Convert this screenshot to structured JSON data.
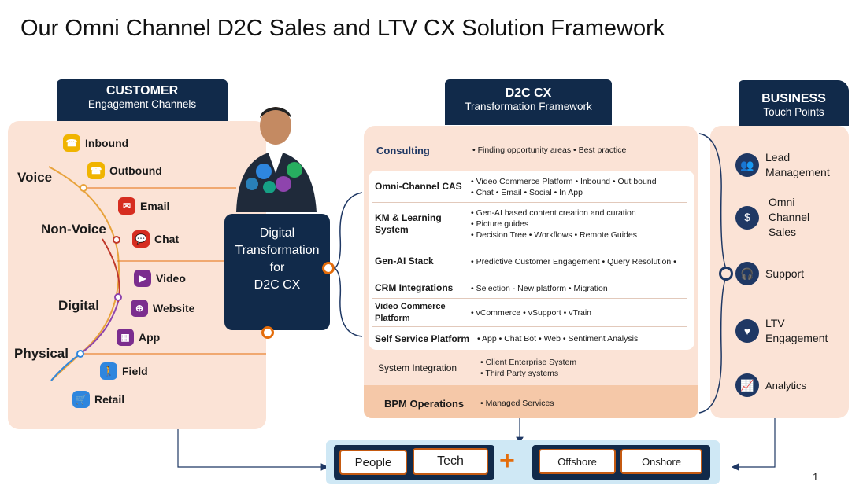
{
  "title": "Our Omni Channel  D2C Sales and LTV CX Solution Framework",
  "customer": {
    "heading": "CUSTOMER",
    "subheading": "Engagement Channels",
    "categories": {
      "voice": "Voice",
      "non_voice": "Non-Voice",
      "digital": "Digital",
      "physical": "Physical"
    },
    "channels": {
      "inbound": "Inbound",
      "outbound": "Outbound",
      "email": "Email",
      "chat": "Chat",
      "video": "Video",
      "website": "Website",
      "app": "App",
      "field": "Field",
      "retail": "Retail"
    }
  },
  "center_box": {
    "line1": "Digital",
    "line2": "Transformation",
    "line3": "for",
    "line4": "D2C CX"
  },
  "d2c": {
    "heading": "D2C  CX",
    "subheading": "Transformation  Framework",
    "rows": [
      {
        "label": "Consulting",
        "text": "• Finding opportunity areas • Best practice"
      },
      {
        "label": "Omni-Channel CAS",
        "text": "• Video Commerce Platform • Inbound • Out bound\n• Chat • Email • Social • In App"
      },
      {
        "label": "KM & Learning System",
        "text": "• Gen-AI based content creation and curation\n• Picture guides\n• Decision Tree • Workflows • Remote Guides"
      },
      {
        "label": "Gen-AI Stack",
        "text": "• Predictive Customer Engagement • Query Resolution •"
      },
      {
        "label": "CRM Integrations",
        "text": "• Selection - New platform  • Migration"
      },
      {
        "label": "Video Commerce Platform",
        "text": "• vCommerce • vSupport • vTrain"
      },
      {
        "label": "Self Service Platform",
        "text": "• App • Chat Bot • Web • Sentiment Analysis"
      },
      {
        "label": "System Integration",
        "text": "• Client Enterprise System\n• Third Party systems"
      },
      {
        "label": "BPM Operations",
        "text": "• Managed Services"
      }
    ]
  },
  "business": {
    "heading": "BUSINESS",
    "subheading": "Touch  Points",
    "items": [
      {
        "label": "Lead\nManagement",
        "icon": "people-icon"
      },
      {
        "label": "Omni\nChannel\nSales",
        "icon": "money-hand-icon"
      },
      {
        "label": "Support",
        "icon": "headset-icon"
      },
      {
        "label": "LTV\nEngagement",
        "icon": "heart-hand-icon"
      },
      {
        "label": "Analytics",
        "icon": "chart-icon"
      }
    ]
  },
  "bottom": {
    "people": "People",
    "tech": "Tech",
    "plus": "+",
    "offshore": "Offshore",
    "onshore": "Onshore"
  },
  "page_number": "1",
  "colors": {
    "navy": "#112a4a",
    "peach": "#fbe3d6",
    "orange": "#e46c0a",
    "blue_dark": "#1f3864"
  }
}
